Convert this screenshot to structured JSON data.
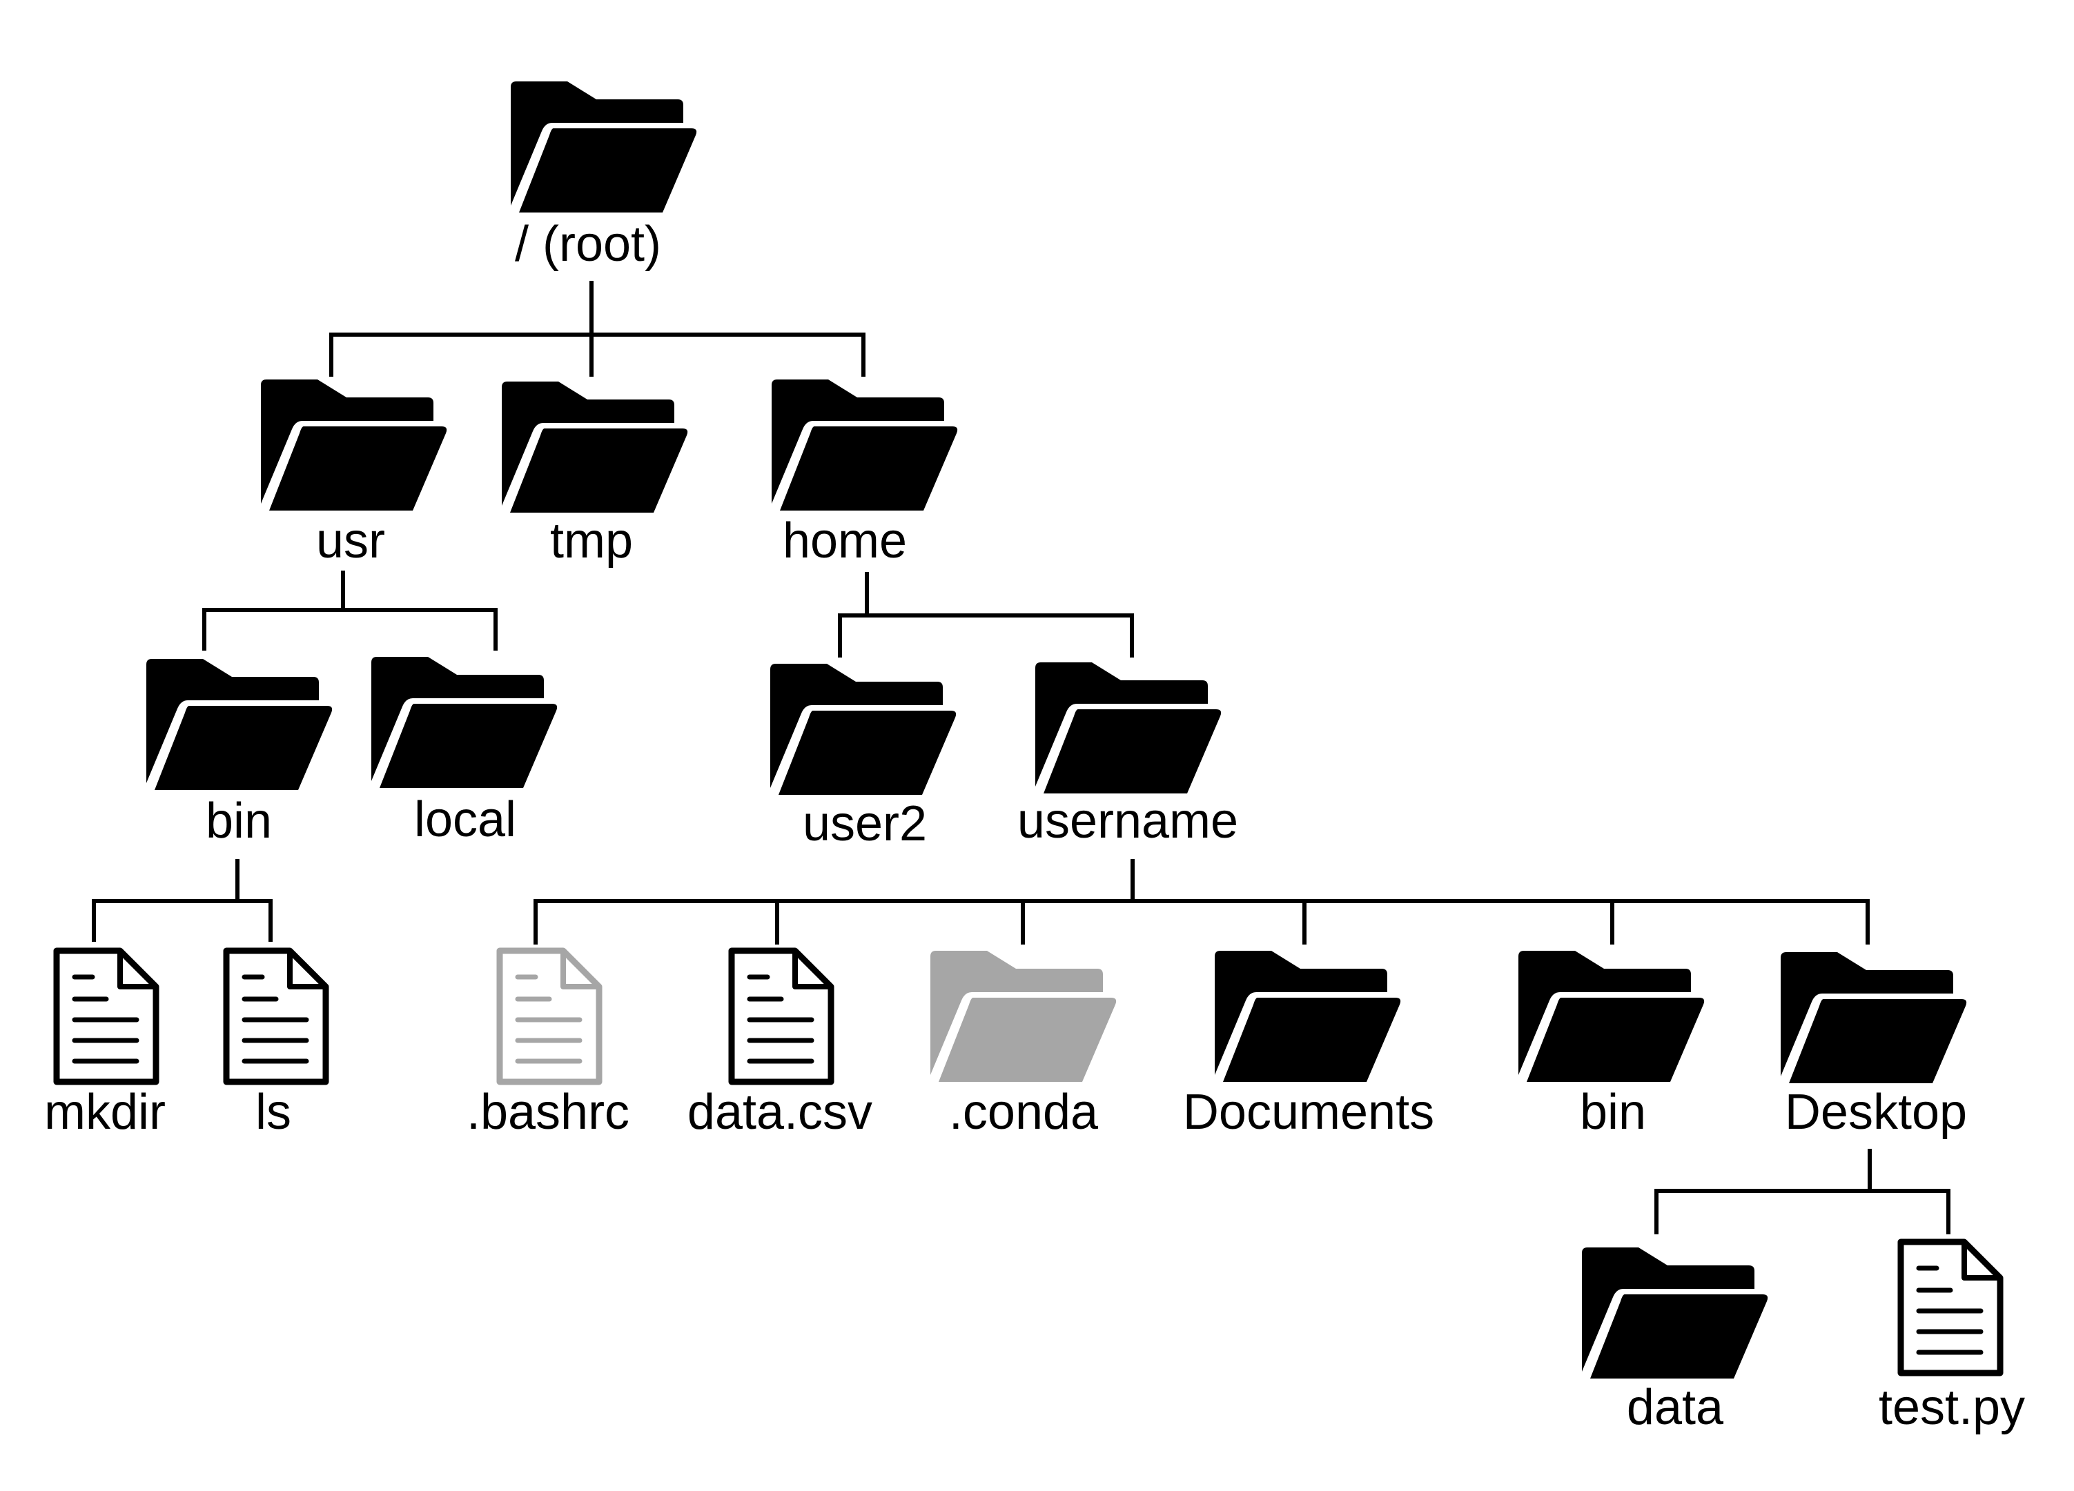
{
  "diagram": {
    "type": "directory-tree",
    "colors": {
      "normal": "#000000",
      "hidden": "#a6a6a6"
    },
    "nodes": {
      "root": {
        "label": "/ (root)",
        "kind": "folder",
        "hidden": false
      },
      "usr": {
        "label": "usr",
        "kind": "folder",
        "hidden": false
      },
      "tmp": {
        "label": "tmp",
        "kind": "folder",
        "hidden": false
      },
      "home": {
        "label": "home",
        "kind": "folder",
        "hidden": false
      },
      "usr_bin": {
        "label": "bin",
        "kind": "folder",
        "hidden": false
      },
      "local": {
        "label": "local",
        "kind": "folder",
        "hidden": false
      },
      "mkdir": {
        "label": "mkdir",
        "kind": "file",
        "hidden": false
      },
      "ls": {
        "label": "ls",
        "kind": "file",
        "hidden": false
      },
      "user2": {
        "label": "user2",
        "kind": "folder",
        "hidden": false
      },
      "username": {
        "label": "username",
        "kind": "folder",
        "hidden": false
      },
      "bashrc": {
        "label": ".bashrc",
        "kind": "file",
        "hidden": true
      },
      "data_csv": {
        "label": "data.csv",
        "kind": "file",
        "hidden": false
      },
      "conda": {
        "label": ".conda",
        "kind": "folder",
        "hidden": true
      },
      "documents": {
        "label": "Documents",
        "kind": "folder",
        "hidden": false
      },
      "user_bin": {
        "label": "bin",
        "kind": "folder",
        "hidden": false
      },
      "desktop": {
        "label": "Desktop",
        "kind": "folder",
        "hidden": false
      },
      "data_dir": {
        "label": "data",
        "kind": "folder",
        "hidden": false
      },
      "test_py": {
        "label": "test.py",
        "kind": "file",
        "hidden": false
      }
    },
    "edges": [
      [
        "root",
        "usr"
      ],
      [
        "root",
        "tmp"
      ],
      [
        "root",
        "home"
      ],
      [
        "usr",
        "usr_bin"
      ],
      [
        "usr",
        "local"
      ],
      [
        "usr_bin",
        "mkdir"
      ],
      [
        "usr_bin",
        "ls"
      ],
      [
        "home",
        "user2"
      ],
      [
        "home",
        "username"
      ],
      [
        "username",
        "bashrc"
      ],
      [
        "username",
        "data_csv"
      ],
      [
        "username",
        "conda"
      ],
      [
        "username",
        "documents"
      ],
      [
        "username",
        "user_bin"
      ],
      [
        "username",
        "desktop"
      ],
      [
        "desktop",
        "data_dir"
      ],
      [
        "desktop",
        "test_py"
      ]
    ]
  }
}
